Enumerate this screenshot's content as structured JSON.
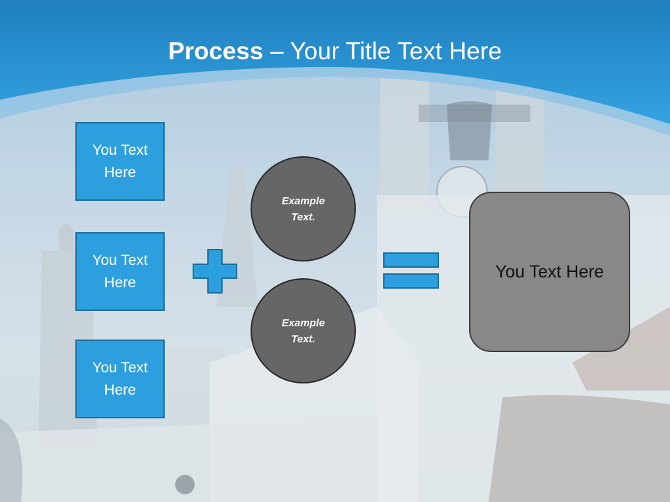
{
  "slide": {
    "title_bold": "Process",
    "title_rest": " – Your Title Text Here",
    "boxes": [
      {
        "label": "You Text Here"
      },
      {
        "label": "You Text Here"
      },
      {
        "label": "You Text Here"
      }
    ],
    "circles": [
      {
        "label": "Example Text."
      },
      {
        "label": "Example Text."
      }
    ],
    "result": {
      "label": "You Text Here"
    }
  },
  "colors": {
    "header_blue": "#2a98d6",
    "box_fill": "#2e9fde",
    "box_border": "#1b6f9e",
    "circle_fill": "#666666",
    "result_fill": "#888888"
  },
  "icons": {
    "operator_1": "plus-icon",
    "operator_2": "equals-icon"
  }
}
